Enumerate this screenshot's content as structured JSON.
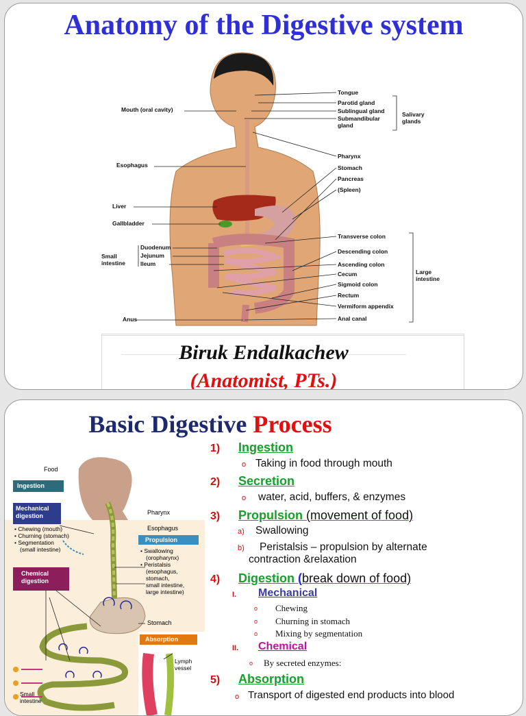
{
  "slide1": {
    "title": "Anatomy of the Digestive system",
    "labels_left": [
      "Mouth (oral cavity)",
      "Esophagus",
      "Liver",
      "Gallbladder",
      "Duodenum",
      "Jejunum",
      "Ileum",
      "Anus"
    ],
    "small_intestine": "Small intestine",
    "labels_right": [
      "Tongue",
      "Parotid gland",
      "Sublingual gland",
      "Submandibular gland",
      "Pharynx",
      "Stomach",
      "Pancreas",
      "(Spleen)",
      "Transverse colon",
      "Descending colon",
      "Ascending colon",
      "Cecum",
      "Sigmoid colon",
      "Rectum",
      "Vermiform appendix",
      "Anal canal"
    ],
    "salivary_glands": "Salivary glands",
    "large_intestine": "Large intestine",
    "author_name": "Biruk Endalkachew",
    "author_role": "(Anatomist, PTs.)"
  },
  "slide2": {
    "title_part1": "Basic Digestive",
    "title_part2": "Process",
    "diagram": {
      "food": "Food",
      "ingestion": "Ingestion",
      "mechanical": "Mechanical digestion",
      "mech_items": [
        "• Chewing (mouth)",
        "• Churning (stomach)",
        "• Segmentation",
        "(small intestine)"
      ],
      "chemical": "Chemical digestion",
      "pharynx": "Pharynx",
      "esophagus": "Esophagus",
      "propulsion": "Propulsion",
      "prop_items": [
        "• Swallowing",
        "(oropharynx)",
        "• Peristalsis",
        "(esophagus,",
        "stomach,",
        "small intestine,",
        "large intestine)"
      ],
      "stomach": "Stomach",
      "absorption": "Absorption",
      "lymph": "Lymph vessel",
      "small_int": "Small intestine"
    },
    "steps": {
      "s1_num": "1)",
      "s1": "Ingestion",
      "s1_sub": "Taking in food through mouth",
      "s2_num": "2)",
      "s2": "Secretion",
      "s2_sub": "water, acid, buffers, & enzymes",
      "s3_num": "3)",
      "s3": "Propulsion",
      "s3_extra": " (movement of food)",
      "s3a_num": "a)",
      "s3a": "Swallowing",
      "s3b_num": "b)",
      "s3b_l1": "Peristalsis – propulsion by alternate",
      "s3b_l2": "contraction &relaxation",
      "s4_num": "4)",
      "s4": "Digestion",
      "s4_paren": " (",
      "s4_extra": "break down of food)",
      "s4i_num": "I.",
      "s4i": "Mechanical",
      "s4i_items": [
        "Chewing",
        "Churning in stomach",
        "Mixing by segmentation"
      ],
      "s4ii_num": "II.",
      "s4ii": "Chemical",
      "s4ii_item": "By secreted enzymes:",
      "s5_num": "5)",
      "s5": "Absorption",
      "s5_sub": "Transport of digested end products into blood"
    },
    "bullet_glyph": "o"
  }
}
